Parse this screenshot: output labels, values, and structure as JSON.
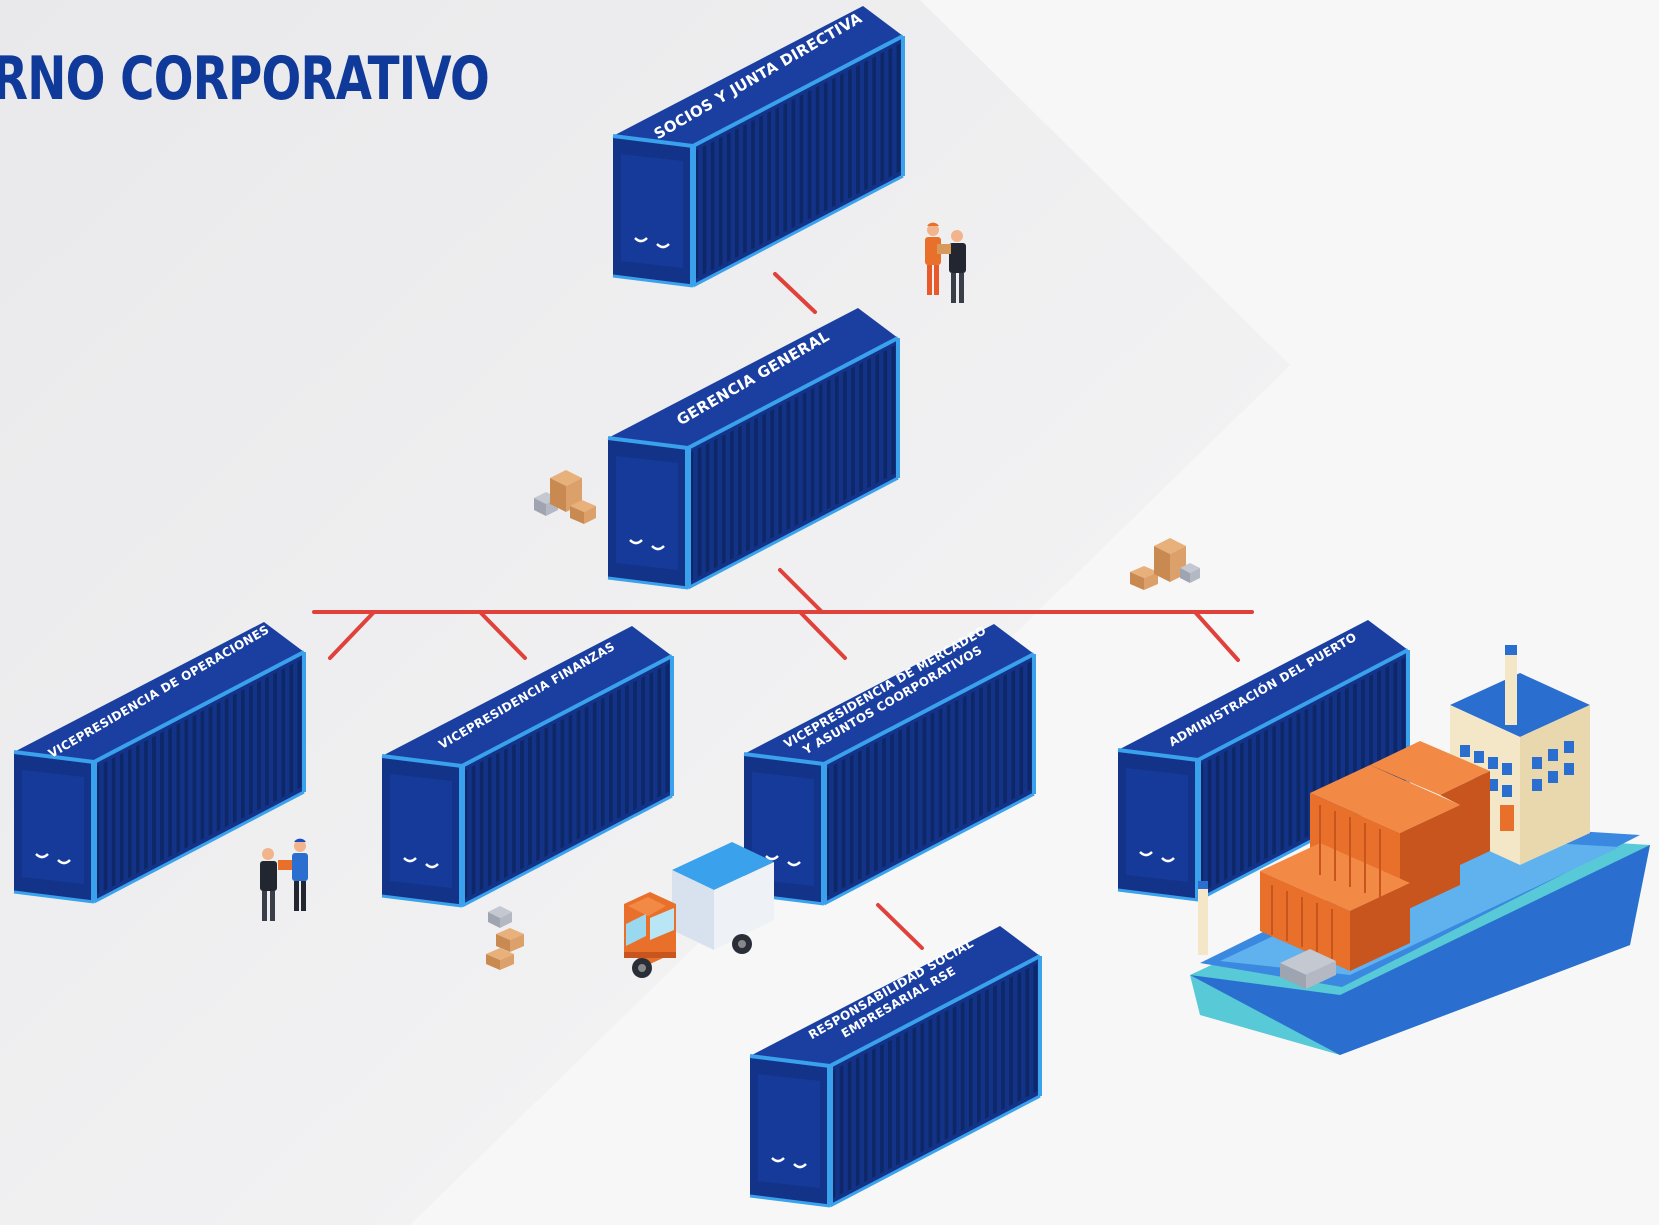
{
  "page": {
    "title": "RNO CORPORATIVO",
    "title_color": "#0f3a9a"
  },
  "colors": {
    "container_top": "#1a3fa0",
    "container_side": "#133389",
    "container_front": "#1d4cc0",
    "container_edge": "#3aa1ec",
    "connector": "#e0413a",
    "cargo_orange": "#e8702a",
    "ship_hull": "#2a6fd0",
    "ship_hull_light": "#58c9d6"
  },
  "containers": {
    "socios": {
      "label": "SOCIOS Y JUNTA DIRECTIVA"
    },
    "gerencia": {
      "label": "GERENCIA GENERAL"
    },
    "operaciones": {
      "label": "VICEPRESIDENCIA DE OPERACIONES"
    },
    "finanzas": {
      "label": "VICEPRESIDENCIA FINANZAS"
    },
    "mercadeo": {
      "label": "VICEPRESIDENCIA DE MERCADEO\nY ASUNTOS COORPORATIVOS"
    },
    "puerto": {
      "label": "ADMINISTRACIÓN DEL PUERTO"
    },
    "rse": {
      "label": "RESPONSABILIDAD SOCIAL\nEMPRESARIAL RSE"
    }
  },
  "decorations": [
    "handshake-people",
    "cardboard-boxes",
    "delivery-truck",
    "cargo-ship"
  ]
}
